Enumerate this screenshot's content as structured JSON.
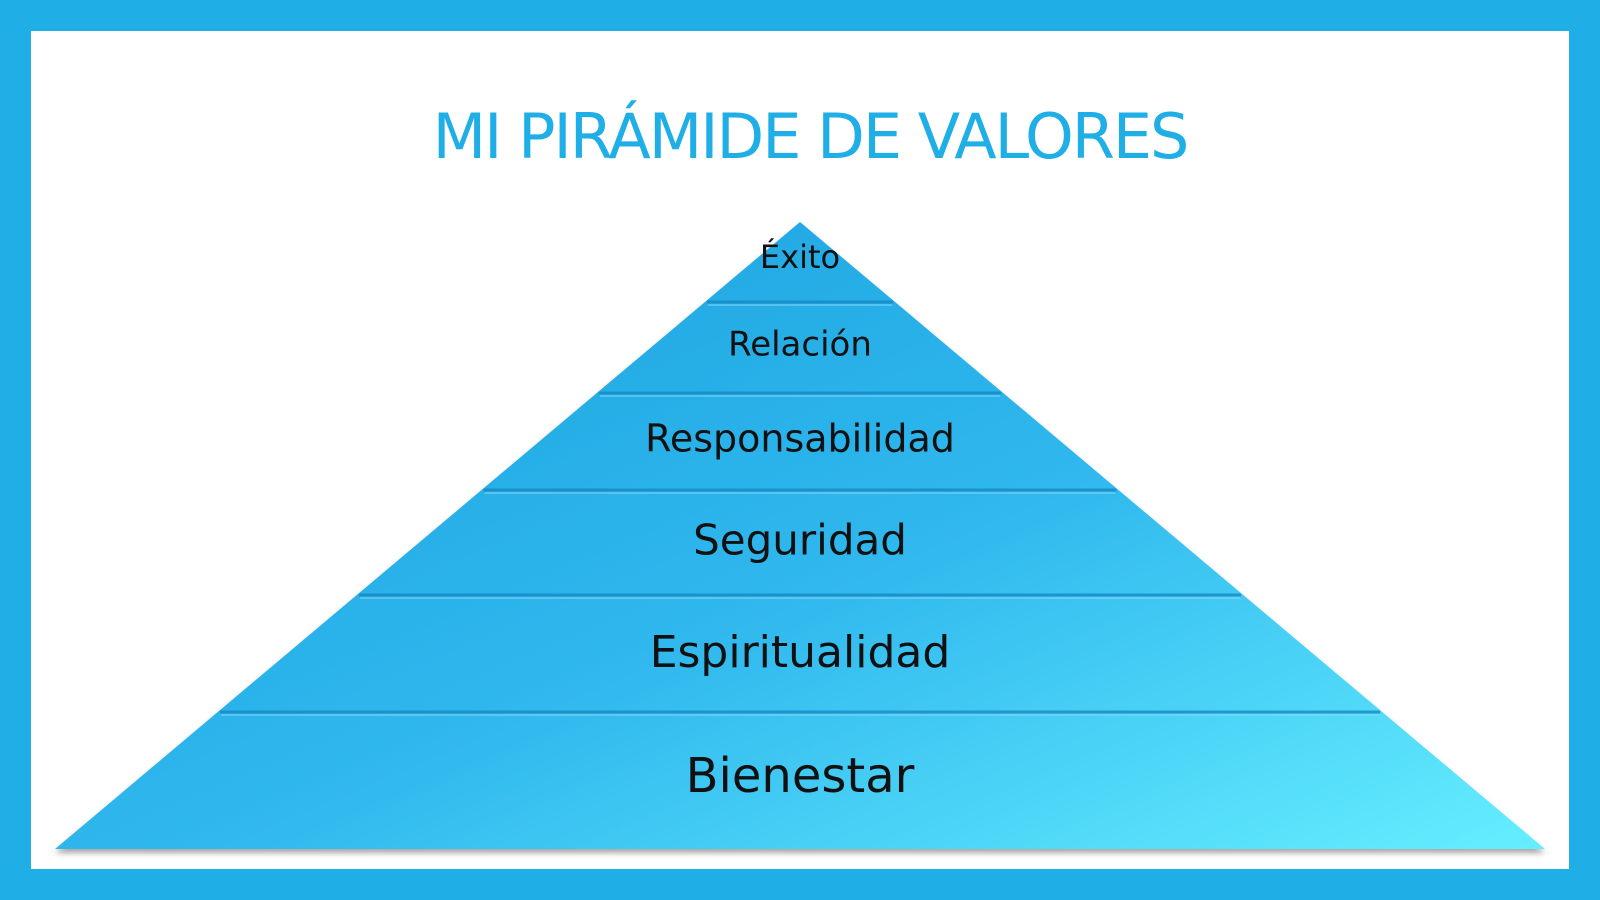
{
  "diagram": {
    "title": "MI PIRÁMIDE DE VALORES",
    "levels_top_to_bottom": [
      "Éxito",
      "Relación",
      "Responsabilidad",
      "Seguridad",
      "Espiritualidad",
      "Bienestar"
    ]
  },
  "colors": {
    "frame": "#1faee6",
    "title": "#1faee6",
    "pyramid_light": "#5fe6ff",
    "pyramid_dark": "#1a9fdc",
    "divider": "#1788c2"
  }
}
